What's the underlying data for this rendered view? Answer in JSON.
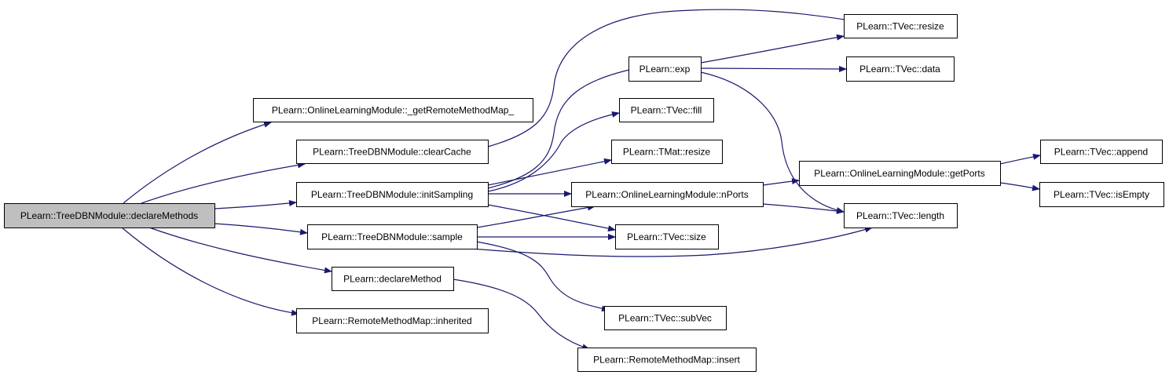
{
  "colors": {
    "edge": "#191970",
    "node_fill": "#ffffff",
    "root_fill": "#bfbfbf",
    "node_border": "#000000"
  },
  "nodes": [
    {
      "id": "declareMethods",
      "label": "PLearn::TreeDBNModule::declareMethods",
      "root": true
    },
    {
      "id": "getRemoteMethodMap",
      "label": "PLearn::OnlineLearningModule::_getRemoteMethodMap_"
    },
    {
      "id": "clearCache",
      "label": "PLearn::TreeDBNModule::clearCache"
    },
    {
      "id": "initSampling",
      "label": "PLearn::TreeDBNModule::initSampling"
    },
    {
      "id": "sample",
      "label": "PLearn::TreeDBNModule::sample"
    },
    {
      "id": "declareMethod",
      "label": "PLearn::declareMethod"
    },
    {
      "id": "inherited",
      "label": "PLearn::RemoteMethodMap::inherited"
    },
    {
      "id": "exp",
      "label": "PLearn::exp"
    },
    {
      "id": "fill",
      "label": "PLearn::TVec::fill"
    },
    {
      "id": "tmatResize",
      "label": "PLearn::TMat::resize"
    },
    {
      "id": "nPorts",
      "label": "PLearn::OnlineLearningModule::nPorts"
    },
    {
      "id": "size",
      "label": "PLearn::TVec::size"
    },
    {
      "id": "subVec",
      "label": "PLearn::TVec::subVec"
    },
    {
      "id": "insert",
      "label": "PLearn::RemoteMethodMap::insert"
    },
    {
      "id": "tvecResize",
      "label": "PLearn::TVec::resize"
    },
    {
      "id": "data",
      "label": "PLearn::TVec::data"
    },
    {
      "id": "getPorts",
      "label": "PLearn::OnlineLearningModule::getPorts"
    },
    {
      "id": "length",
      "label": "PLearn::TVec::length"
    },
    {
      "id": "append",
      "label": "PLearn::TVec::append"
    },
    {
      "id": "isEmpty",
      "label": "PLearn::TVec::isEmpty"
    }
  ],
  "edges": [
    {
      "from": "declareMethods",
      "to": "getRemoteMethodMap"
    },
    {
      "from": "declareMethods",
      "to": "clearCache"
    },
    {
      "from": "declareMethods",
      "to": "initSampling"
    },
    {
      "from": "declareMethods",
      "to": "sample"
    },
    {
      "from": "declareMethods",
      "to": "declareMethod"
    },
    {
      "from": "declareMethods",
      "to": "inherited"
    },
    {
      "from": "clearCache",
      "to": "tvecResize"
    },
    {
      "from": "initSampling",
      "to": "exp"
    },
    {
      "from": "initSampling",
      "to": "fill"
    },
    {
      "from": "initSampling",
      "to": "tmatResize"
    },
    {
      "from": "initSampling",
      "to": "nPorts"
    },
    {
      "from": "initSampling",
      "to": "size"
    },
    {
      "from": "sample",
      "to": "nPorts"
    },
    {
      "from": "sample",
      "to": "size"
    },
    {
      "from": "sample",
      "to": "subVec"
    },
    {
      "from": "sample",
      "to": "length"
    },
    {
      "from": "declareMethod",
      "to": "insert"
    },
    {
      "from": "exp",
      "to": "tvecResize"
    },
    {
      "from": "exp",
      "to": "data"
    },
    {
      "from": "exp",
      "to": "length"
    },
    {
      "from": "nPorts",
      "to": "getPorts"
    },
    {
      "from": "nPorts",
      "to": "length"
    },
    {
      "from": "getPorts",
      "to": "append"
    },
    {
      "from": "getPorts",
      "to": "isEmpty"
    }
  ]
}
